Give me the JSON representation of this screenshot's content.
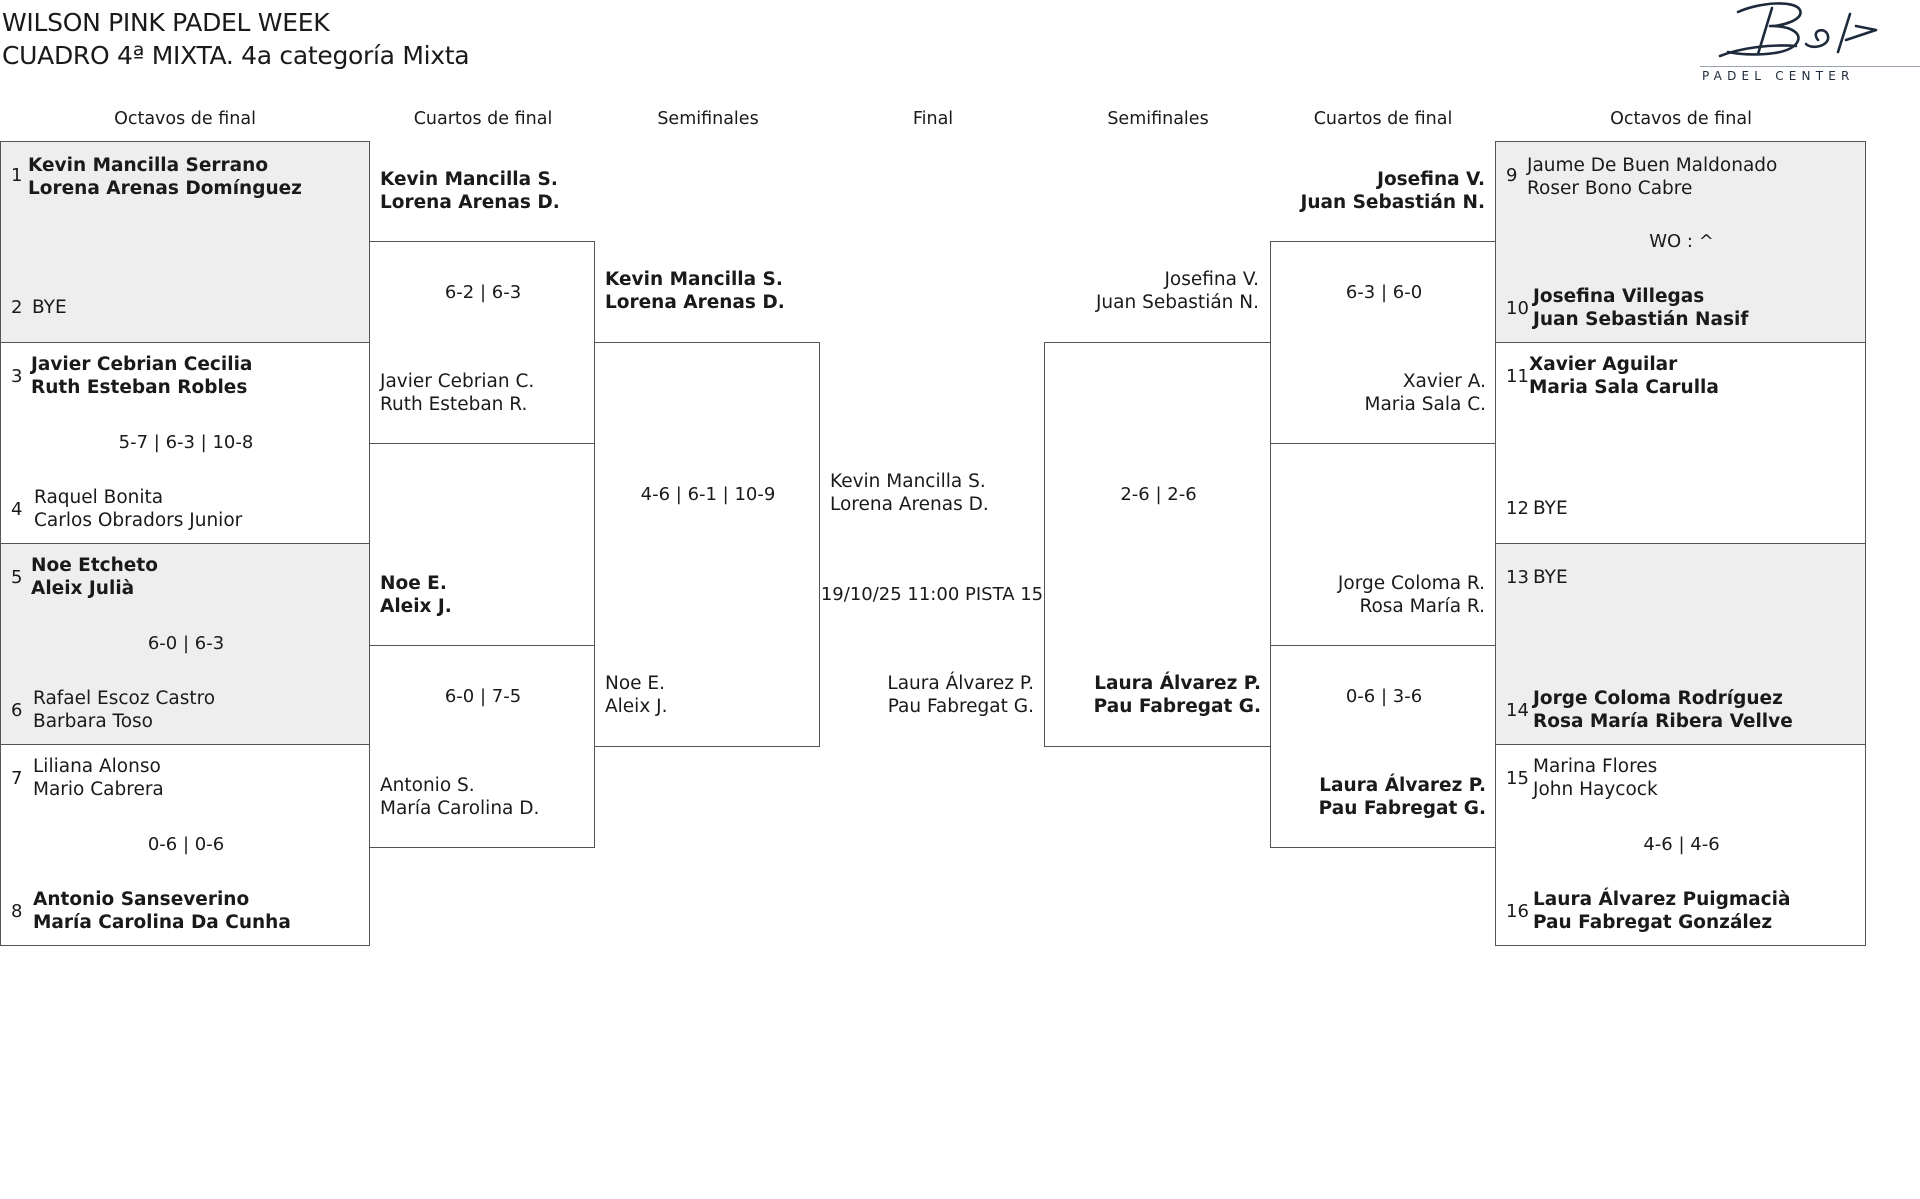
{
  "event": {
    "title": "WILSON PINK PADEL WEEK",
    "subtitle": "CUADRO 4ª MIXTA. 4a categoría Mixta"
  },
  "logo": {
    "text": "PADEL CENTER",
    "icon": "signature-logo-icon",
    "color": "#1e2b3c"
  },
  "rounds": {
    "left_r16": "Octavos de final",
    "left_qf": "Cuartos de final",
    "left_sf": "Semifinales",
    "final": "Final",
    "right_sf": "Semifinales",
    "right_qf": "Cuartos de final",
    "right_r16": "Octavos de final"
  },
  "r16": {
    "m1": {
      "s1": "1",
      "p1a": "Kevin Mancilla Serrano",
      "p1b": "Lorena Arenas Domínguez",
      "score": "",
      "s2": "2",
      "p2a": "BYE",
      "p2b": ""
    },
    "m2": {
      "s1": "3",
      "p1a": "Javier Cebrian Cecilia",
      "p1b": "Ruth Esteban Robles",
      "score": "5-7 | 6-3 | 10-8",
      "s2": "4",
      "p2a": "Raquel Bonita",
      "p2b": "Carlos Obradors Junior"
    },
    "m3": {
      "s1": "5",
      "p1a": "Noe Etcheto",
      "p1b": "Aleix Julià",
      "score": "6-0 | 6-3",
      "s2": "6",
      "p2a": "Rafael Escoz Castro",
      "p2b": "Barbara Toso"
    },
    "m4": {
      "s1": "7",
      "p1a": "Liliana Alonso",
      "p1b": "Mario Cabrera",
      "score": "0-6 | 0-6",
      "s2": "8",
      "p2a": "Antonio Sanseverino",
      "p2b": "María Carolina Da Cunha"
    },
    "m5": {
      "s1": "9",
      "p1a": "Jaume De Buen Maldonado",
      "p1b": "Roser Bono Cabre",
      "score": "WO : ^",
      "s2": "10",
      "p2a": "Josefina Villegas",
      "p2b": "Juan Sebastián Nasif"
    },
    "m6": {
      "s1": "11",
      "p1a": "Xavier Aguilar",
      "p1b": "Maria Sala Carulla",
      "score": "",
      "s2": "12",
      "p2a": "BYE",
      "p2b": ""
    },
    "m7": {
      "s1": "13",
      "p1a": "BYE",
      "p1b": "",
      "score": "",
      "s2": "14",
      "p2a": "Jorge Coloma Rodríguez",
      "p2b": "Rosa María Ribera Vellve"
    },
    "m8": {
      "s1": "15",
      "p1a": "Marina Flores",
      "p1b": "John Haycock",
      "score": "4-6 | 4-6",
      "s2": "16",
      "p2a": "Laura Álvarez Puigmacià",
      "p2b": "Pau Fabregat González"
    }
  },
  "qf": {
    "l1": {
      "t1a": "Kevin Mancilla S.",
      "t1b": "Lorena Arenas D.",
      "score": "6-2 | 6-3",
      "t2a": "Javier Cebrian C.",
      "t2b": "Ruth Esteban R."
    },
    "l2": {
      "t1a": "Noe E.",
      "t1b": "Aleix J.",
      "score": "6-0 | 7-5",
      "t2a": "Antonio S.",
      "t2b": "María Carolina D."
    },
    "r1": {
      "t1a": "Josefina V.",
      "t1b": "Juan Sebastián N.",
      "score": "6-3 | 6-0",
      "t2a": "Xavier A.",
      "t2b": "Maria Sala C."
    },
    "r2": {
      "t1a": "Jorge Coloma R.",
      "t1b": "Rosa María R.",
      "score": "0-6 | 3-6",
      "t2a": "Laura Álvarez P.",
      "t2b": "Pau Fabregat G."
    }
  },
  "sf": {
    "l": {
      "t1a": "Kevin Mancilla S.",
      "t1b": "Lorena Arenas D.",
      "score": "4-6 | 6-1 | 10-9",
      "t2a": "Noe E.",
      "t2b": "Aleix J."
    },
    "r": {
      "t1a": "Josefina V.",
      "t1b": "Juan Sebastián N.",
      "score": "2-6 | 2-6",
      "t2a": "Laura Álvarez P.",
      "t2b": "Pau Fabregat G."
    }
  },
  "final": {
    "t1a": "Kevin Mancilla S.",
    "t1b": "Lorena Arenas D.",
    "schedule": "19/10/25 11:00 PISTA 15",
    "t2a": "Laura Álvarez P.",
    "t2b": "Pau Fabregat G."
  }
}
